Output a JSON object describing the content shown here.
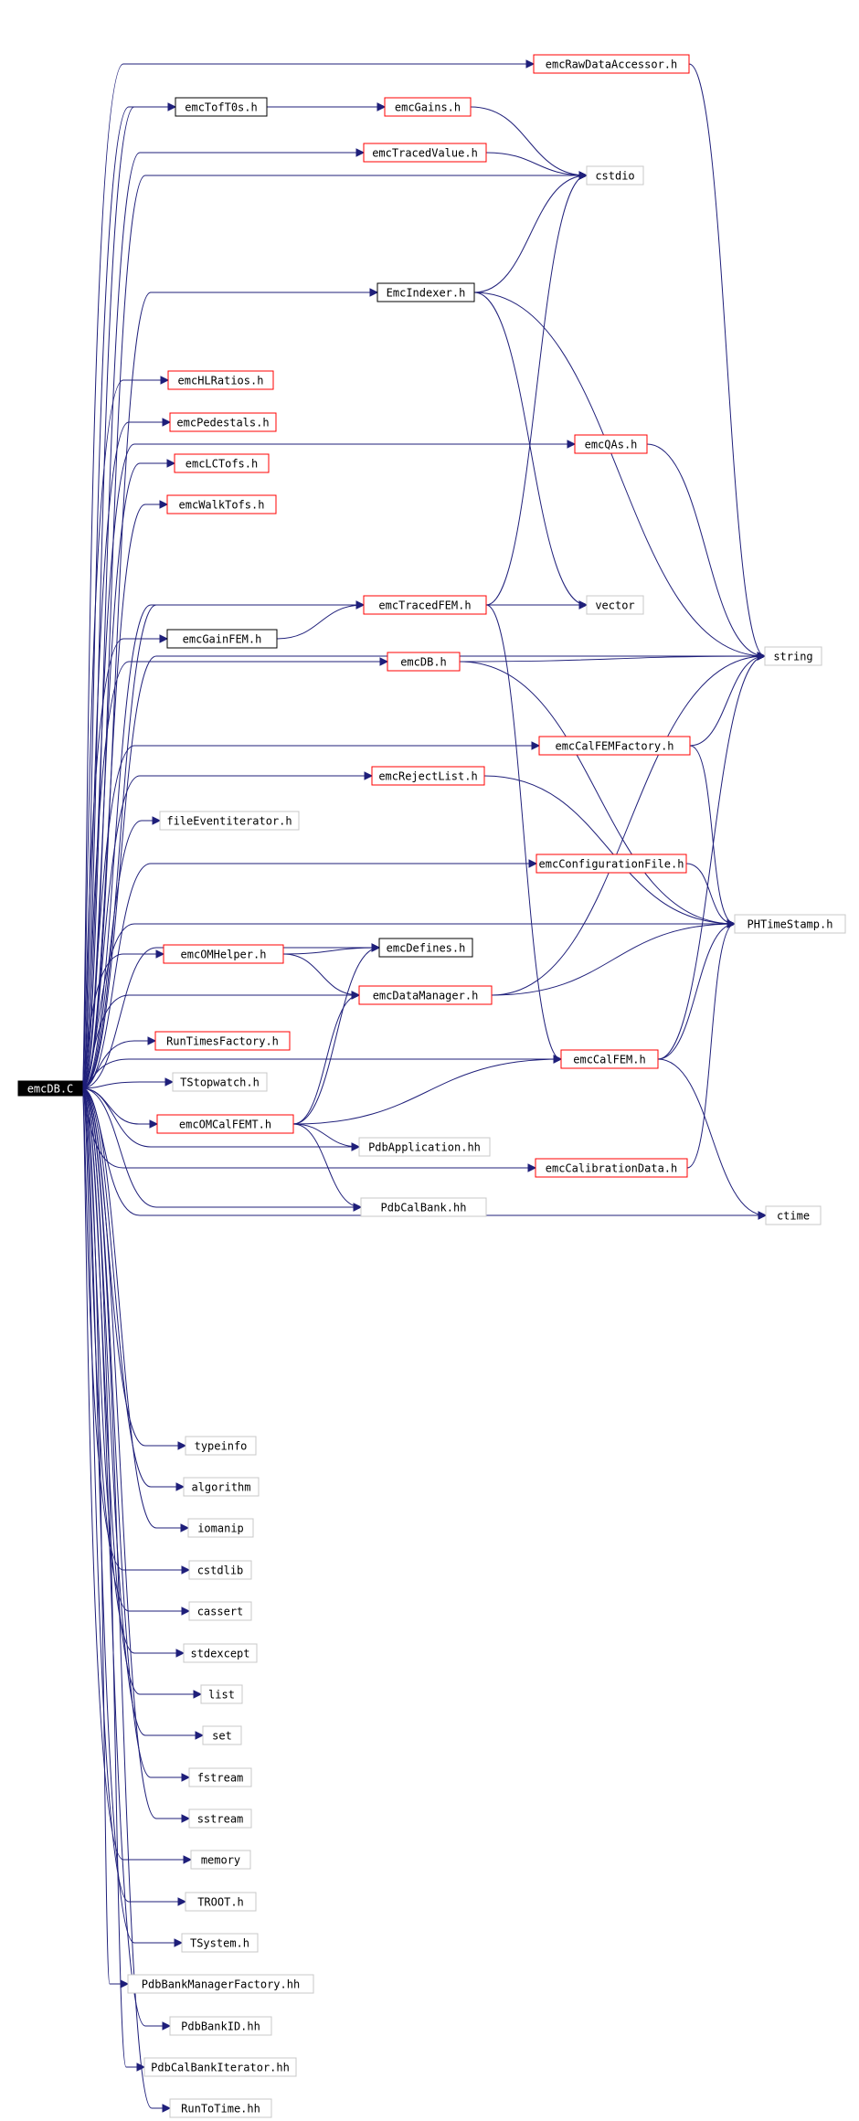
{
  "graph": {
    "root": "emcDB.C",
    "nodes": [
      {
        "id": "emcDB.C",
        "label": "emcDB.C",
        "style": "root"
      },
      {
        "id": "emcRawDataAccessor.h",
        "label": "emcRawDataAccessor.h",
        "style": "red"
      },
      {
        "id": "emcTofT0s.h",
        "label": "emcTofT0s.h",
        "style": "black"
      },
      {
        "id": "emcGains.h",
        "label": "emcGains.h",
        "style": "red"
      },
      {
        "id": "emcTracedValue.h",
        "label": "emcTracedValue.h",
        "style": "red"
      },
      {
        "id": "cstdio",
        "label": "cstdio",
        "style": "gray"
      },
      {
        "id": "EmcIndexer.h",
        "label": "EmcIndexer.h",
        "style": "black"
      },
      {
        "id": "emcHLRatios.h",
        "label": "emcHLRatios.h",
        "style": "red"
      },
      {
        "id": "emcPedestals.h",
        "label": "emcPedestals.h",
        "style": "red"
      },
      {
        "id": "emcQAs.h",
        "label": "emcQAs.h",
        "style": "red"
      },
      {
        "id": "emcLCTofs.h",
        "label": "emcLCTofs.h",
        "style": "red"
      },
      {
        "id": "emcWalkTofs.h",
        "label": "emcWalkTofs.h",
        "style": "red"
      },
      {
        "id": "emcTracedFEM.h",
        "label": "emcTracedFEM.h",
        "style": "red"
      },
      {
        "id": "vector",
        "label": "vector",
        "style": "gray"
      },
      {
        "id": "emcGainFEM.h",
        "label": "emcGainFEM.h",
        "style": "black"
      },
      {
        "id": "emcDB.h",
        "label": "emcDB.h",
        "style": "red"
      },
      {
        "id": "string",
        "label": "string",
        "style": "gray"
      },
      {
        "id": "emcCalFEMFactory.h",
        "label": "emcCalFEMFactory.h",
        "style": "red"
      },
      {
        "id": "emcRejectList.h",
        "label": "emcRejectList.h",
        "style": "red"
      },
      {
        "id": "fileEventiterator.h",
        "label": "fileEventiterator.h",
        "style": "gray"
      },
      {
        "id": "emcConfigurationFile.h",
        "label": "emcConfigurationFile.h",
        "style": "red"
      },
      {
        "id": "PHTimeStamp.h",
        "label": "PHTimeStamp.h",
        "style": "gray"
      },
      {
        "id": "emcOMHelper.h",
        "label": "emcOMHelper.h",
        "style": "red"
      },
      {
        "id": "emcDefines.h",
        "label": "emcDefines.h",
        "style": "black"
      },
      {
        "id": "emcDataManager.h",
        "label": "emcDataManager.h",
        "style": "red"
      },
      {
        "id": "RunTimesFactory.h",
        "label": "RunTimesFactory.h",
        "style": "red"
      },
      {
        "id": "emcCalFEM.h",
        "label": "emcCalFEM.h",
        "style": "red"
      },
      {
        "id": "TStopwatch.h",
        "label": "TStopwatch.h",
        "style": "gray"
      },
      {
        "id": "emcOMCalFEMT.h",
        "label": "emcOMCalFEMT.h",
        "style": "red"
      },
      {
        "id": "PdbApplication.hh",
        "label": "PdbApplication.hh",
        "style": "gray"
      },
      {
        "id": "emcCalibrationData.h",
        "label": "emcCalibrationData.h",
        "style": "red"
      },
      {
        "id": "PdbCalBank.hh",
        "label": "PdbCalBank.hh",
        "style": "gray"
      },
      {
        "id": "ctime",
        "label": "ctime",
        "style": "gray"
      },
      {
        "id": "typeinfo",
        "label": "typeinfo",
        "style": "gray"
      },
      {
        "id": "algorithm",
        "label": "algorithm",
        "style": "gray"
      },
      {
        "id": "iomanip",
        "label": "iomanip",
        "style": "gray"
      },
      {
        "id": "cstdlib",
        "label": "cstdlib",
        "style": "gray"
      },
      {
        "id": "cassert",
        "label": "cassert",
        "style": "gray"
      },
      {
        "id": "stdexcept",
        "label": "stdexcept",
        "style": "gray"
      },
      {
        "id": "list",
        "label": "list",
        "style": "gray"
      },
      {
        "id": "set",
        "label": "set",
        "style": "gray"
      },
      {
        "id": "fstream",
        "label": "fstream",
        "style": "gray"
      },
      {
        "id": "sstream",
        "label": "sstream",
        "style": "gray"
      },
      {
        "id": "memory",
        "label": "memory",
        "style": "gray"
      },
      {
        "id": "TROOT.h",
        "label": "TROOT.h",
        "style": "gray"
      },
      {
        "id": "TSystem.h",
        "label": "TSystem.h",
        "style": "gray"
      },
      {
        "id": "PdbBankManagerFactory.hh",
        "label": "PdbBankManagerFactory.hh",
        "style": "gray"
      },
      {
        "id": "PdbBankID.hh",
        "label": "PdbBankID.hh",
        "style": "gray"
      },
      {
        "id": "PdbCalBankIterator.hh",
        "label": "PdbCalBankIterator.hh",
        "style": "gray"
      },
      {
        "id": "RunToTime.hh",
        "label": "RunToTime.hh",
        "style": "gray"
      }
    ],
    "edges": [
      [
        "emcDB.C",
        "emcRawDataAccessor.h"
      ],
      [
        "emcDB.C",
        "emcTofT0s.h"
      ],
      [
        "emcDB.C",
        "emcGains.h"
      ],
      [
        "emcDB.C",
        "emcTracedValue.h"
      ],
      [
        "emcDB.C",
        "cstdio"
      ],
      [
        "emcDB.C",
        "EmcIndexer.h"
      ],
      [
        "emcDB.C",
        "string"
      ],
      [
        "emcDB.C",
        "emcHLRatios.h"
      ],
      [
        "emcDB.C",
        "emcPedestals.h"
      ],
      [
        "emcDB.C",
        "emcQAs.h"
      ],
      [
        "emcDB.C",
        "emcLCTofs.h"
      ],
      [
        "emcDB.C",
        "emcWalkTofs.h"
      ],
      [
        "emcDB.C",
        "vector"
      ],
      [
        "emcDB.C",
        "emcTracedFEM.h"
      ],
      [
        "emcDB.C",
        "emcGainFEM.h"
      ],
      [
        "emcDB.C",
        "emcDB.h"
      ],
      [
        "emcDB.C",
        "emcCalFEMFactory.h"
      ],
      [
        "emcDB.C",
        "emcRejectList.h"
      ],
      [
        "emcDB.C",
        "fileEventiterator.h"
      ],
      [
        "emcDB.C",
        "emcConfigurationFile.h"
      ],
      [
        "emcDB.C",
        "emcDefines.h"
      ],
      [
        "emcDB.C",
        "emcOMHelper.h"
      ],
      [
        "emcDB.C",
        "emcDataManager.h"
      ],
      [
        "emcDB.C",
        "RunTimesFactory.h"
      ],
      [
        "emcDB.C",
        "TStopwatch.h"
      ],
      [
        "emcDB.C",
        "emcOMCalFEMT.h"
      ],
      [
        "emcDB.C",
        "PdbApplication.hh"
      ],
      [
        "emcDB.C",
        "PdbCalBank.hh"
      ],
      [
        "emcDB.C",
        "emcCalibrationData.h"
      ],
      [
        "emcDB.C",
        "emcCalFEM.h"
      ],
      [
        "emcDB.C",
        "PHTimeStamp.h"
      ],
      [
        "emcDB.C",
        "ctime"
      ],
      [
        "emcDB.C",
        "typeinfo"
      ],
      [
        "emcDB.C",
        "algorithm"
      ],
      [
        "emcDB.C",
        "iomanip"
      ],
      [
        "emcDB.C",
        "cstdlib"
      ],
      [
        "emcDB.C",
        "cassert"
      ],
      [
        "emcDB.C",
        "stdexcept"
      ],
      [
        "emcDB.C",
        "list"
      ],
      [
        "emcDB.C",
        "set"
      ],
      [
        "emcDB.C",
        "fstream"
      ],
      [
        "emcDB.C",
        "sstream"
      ],
      [
        "emcDB.C",
        "memory"
      ],
      [
        "emcDB.C",
        "TROOT.h"
      ],
      [
        "emcDB.C",
        "TSystem.h"
      ],
      [
        "emcDB.C",
        "PdbBankManagerFactory.hh"
      ],
      [
        "emcDB.C",
        "PdbBankID.hh"
      ],
      [
        "emcDB.C",
        "PdbCalBankIterator.hh"
      ],
      [
        "emcDB.C",
        "RunToTime.hh"
      ],
      [
        "emcRawDataAccessor.h",
        "string"
      ],
      [
        "emcTofT0s.h",
        "emcGains.h"
      ],
      [
        "emcGains.h",
        "cstdio"
      ],
      [
        "emcTracedValue.h",
        "cstdio"
      ],
      [
        "EmcIndexer.h",
        "cstdio"
      ],
      [
        "EmcIndexer.h",
        "vector"
      ],
      [
        "EmcIndexer.h",
        "string"
      ],
      [
        "emcQAs.h",
        "string"
      ],
      [
        "emcTracedFEM.h",
        "vector"
      ],
      [
        "emcTracedFEM.h",
        "cstdio"
      ],
      [
        "emcTracedFEM.h",
        "emcCalFEM.h"
      ],
      [
        "emcGainFEM.h",
        "emcTracedFEM.h"
      ],
      [
        "emcDB.h",
        "string"
      ],
      [
        "emcDB.h",
        "PHTimeStamp.h"
      ],
      [
        "emcCalFEMFactory.h",
        "string"
      ],
      [
        "emcCalFEMFactory.h",
        "PHTimeStamp.h"
      ],
      [
        "emcRejectList.h",
        "PHTimeStamp.h"
      ],
      [
        "emcConfigurationFile.h",
        "PHTimeStamp.h"
      ],
      [
        "emcOMHelper.h",
        "emcDefines.h"
      ],
      [
        "emcOMHelper.h",
        "emcDataManager.h"
      ],
      [
        "emcDataManager.h",
        "string"
      ],
      [
        "emcDataManager.h",
        "PHTimeStamp.h"
      ],
      [
        "emcOMCalFEMT.h",
        "emcDataManager.h"
      ],
      [
        "emcOMCalFEMT.h",
        "emcDefines.h"
      ],
      [
        "emcOMCalFEMT.h",
        "emcCalFEM.h"
      ],
      [
        "emcOMCalFEMT.h",
        "PdbApplication.hh"
      ],
      [
        "emcOMCalFEMT.h",
        "PdbCalBank.hh"
      ],
      [
        "emcCalFEM.h",
        "string"
      ],
      [
        "emcCalFEM.h",
        "PHTimeStamp.h"
      ],
      [
        "emcCalFEM.h",
        "ctime"
      ],
      [
        "emcCalibrationData.h",
        "PHTimeStamp.h"
      ]
    ]
  }
}
